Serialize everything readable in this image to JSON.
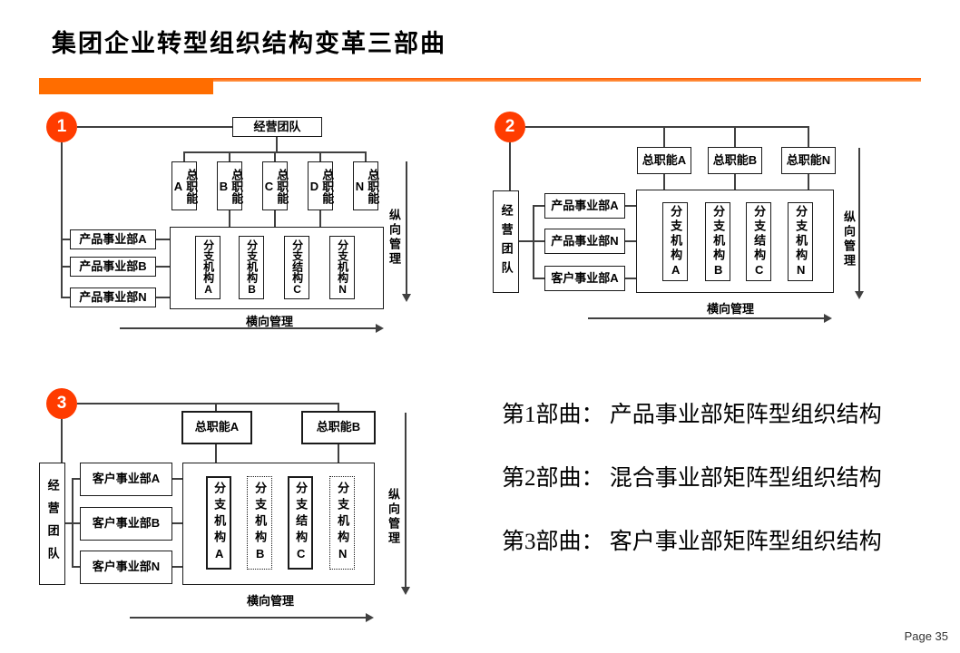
{
  "slide": {
    "title": "集团企业转型组织结构变革三部曲",
    "page_label": "Page 35",
    "colors": {
      "accent_bar": "#FF6D00",
      "badge": "#FF3C00",
      "line": "#404040"
    }
  },
  "summary": {
    "lines": [
      "第1部曲： 产品事业部矩阵型组织结构",
      "第2部曲： 混合事业部矩阵型组织结构",
      "第3部曲： 客户事业部矩阵型组织结构"
    ]
  },
  "diagrams": [
    {
      "number": "1",
      "team_box": "经营团队",
      "function_boxes": [
        "总职能A",
        "总职能B",
        "总职能C",
        "总职能D",
        "总职能N"
      ],
      "division_boxes": [
        "产品事业部A",
        "产品事业部B",
        "产品事业部N"
      ],
      "branch_boxes": [
        "分支机构A",
        "分支机构B",
        "分支结构C",
        "分支机构N"
      ],
      "horizontal_label": "横向管理",
      "vertical_label": "纵向管理"
    },
    {
      "number": "2",
      "team_box": "经营团队",
      "function_boxes": [
        "总职能A",
        "总职能B",
        "总职能N"
      ],
      "division_boxes": [
        "产品事业部A",
        "产品事业部N",
        "客户事业部A"
      ],
      "branch_boxes": [
        "分支机构A",
        "分支机构B",
        "分支结构C",
        "分支机构N"
      ],
      "horizontal_label": "横向管理",
      "vertical_label": "纵向管理"
    },
    {
      "number": "3",
      "team_box": "经营团队",
      "function_boxes": [
        "总职能A",
        "总职能B"
      ],
      "division_boxes": [
        "客户事业部A",
        "客户事业部B",
        "客户事业部N"
      ],
      "branch_boxes": [
        "分支机构A",
        "分支机构B",
        "分支结构C",
        "分支机构N"
      ],
      "horizontal_label": "横向管理",
      "vertical_label": "纵向管理"
    }
  ]
}
